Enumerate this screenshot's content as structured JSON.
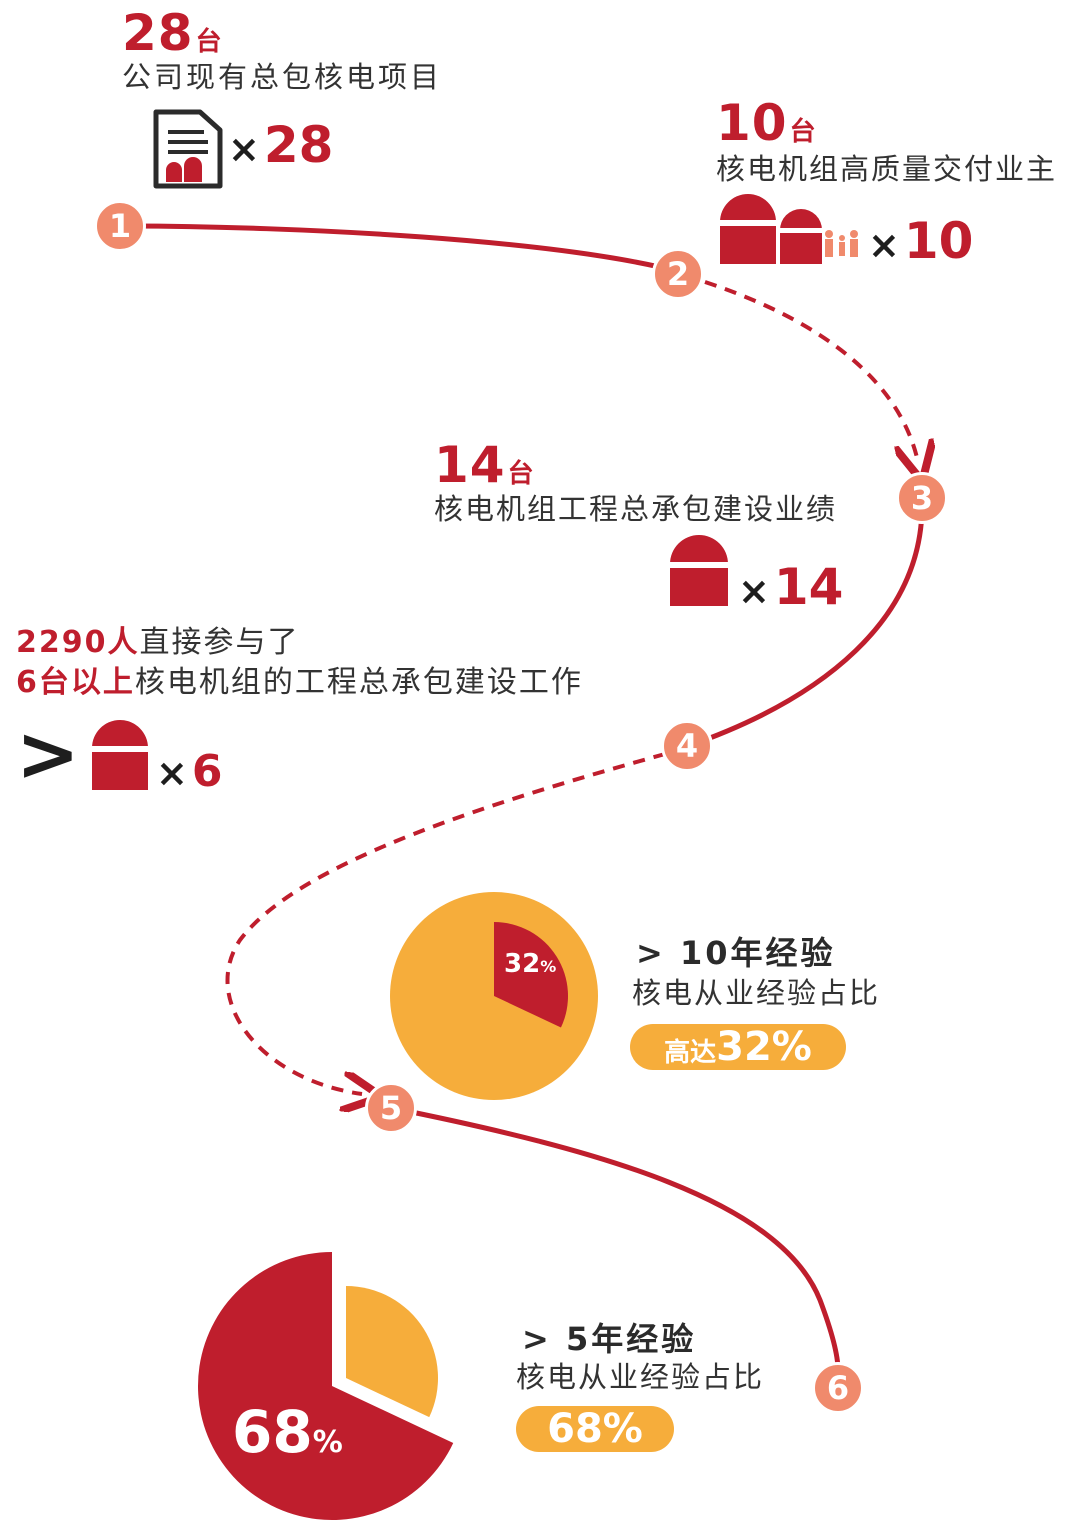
{
  "colors": {
    "red": "#bf1e2d",
    "orange": "#f6ad3b",
    "node": "#f08a6c",
    "dark": "#1e1e1e"
  },
  "step1": {
    "number": "28",
    "unit": "台",
    "caption": "公司现有总包核电项目",
    "icon": "document-plant-icon",
    "multiplier": "×",
    "count": "28"
  },
  "step2": {
    "number": "10",
    "unit": "台",
    "caption": "核电机组高质量交付业主",
    "icon": "reactor-pair-family-icon",
    "multiplier": "×",
    "count": "10"
  },
  "step3": {
    "number": "14",
    "unit": "台",
    "caption": "核电机组工程总承包建设业绩",
    "icon": "reactor-icon",
    "multiplier": "×",
    "count": "14"
  },
  "step4": {
    "line1_red": "2290人",
    "line1_text": "直接参与了",
    "line2_red": "6台以上",
    "line2_text": "核电机组的工程总承包建设工作",
    "gt": ">",
    "icon": "reactor-icon",
    "multiplier": "×",
    "count": "6"
  },
  "step5": {
    "title": "> 10年经验",
    "caption": "核电从业经验占比",
    "pill_prefix": "高达",
    "pill_value": "32%",
    "pie_label_num": "32",
    "pie_label_unit": "%",
    "percent": 32
  },
  "step6": {
    "title": "> 5年经验",
    "caption": "核电从业经验占比",
    "pill_value": "68%",
    "pie_label_num": "68",
    "pie_label_unit": "%",
    "percent": 68
  },
  "nodes": [
    "1",
    "2",
    "3",
    "4",
    "5",
    "6"
  ]
}
